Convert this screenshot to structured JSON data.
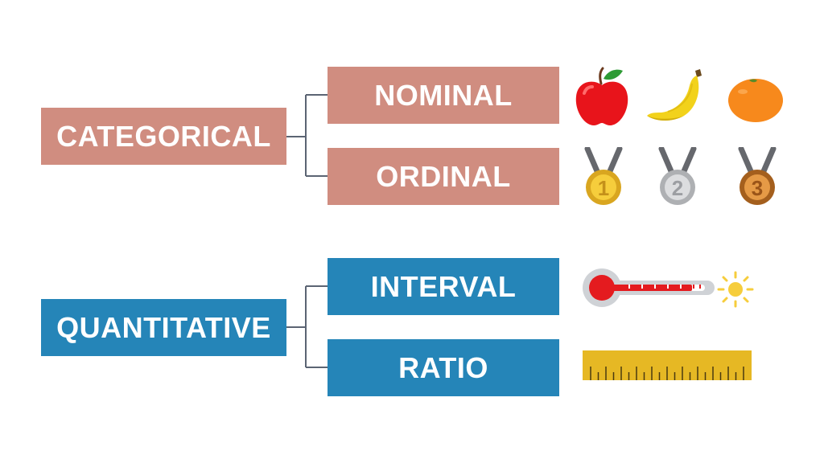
{
  "categorical": {
    "label": "CATEGORICAL",
    "color": "#d08d80",
    "children": [
      {
        "label": "NOMINAL",
        "icons": [
          "apple-icon",
          "banana-icon",
          "orange-icon"
        ]
      },
      {
        "label": "ORDINAL",
        "icons": [
          "gold-medal-icon",
          "silver-medal-icon",
          "bronze-medal-icon"
        ]
      }
    ],
    "medal_numbers": [
      "1",
      "2",
      "3"
    ]
  },
  "quantitative": {
    "label": "QUANTITATIVE",
    "color": "#2585b8",
    "children": [
      {
        "label": "INTERVAL",
        "icons": [
          "thermometer-icon",
          "sun-icon"
        ]
      },
      {
        "label": "RATIO",
        "icons": [
          "ruler-icon"
        ]
      }
    ]
  }
}
